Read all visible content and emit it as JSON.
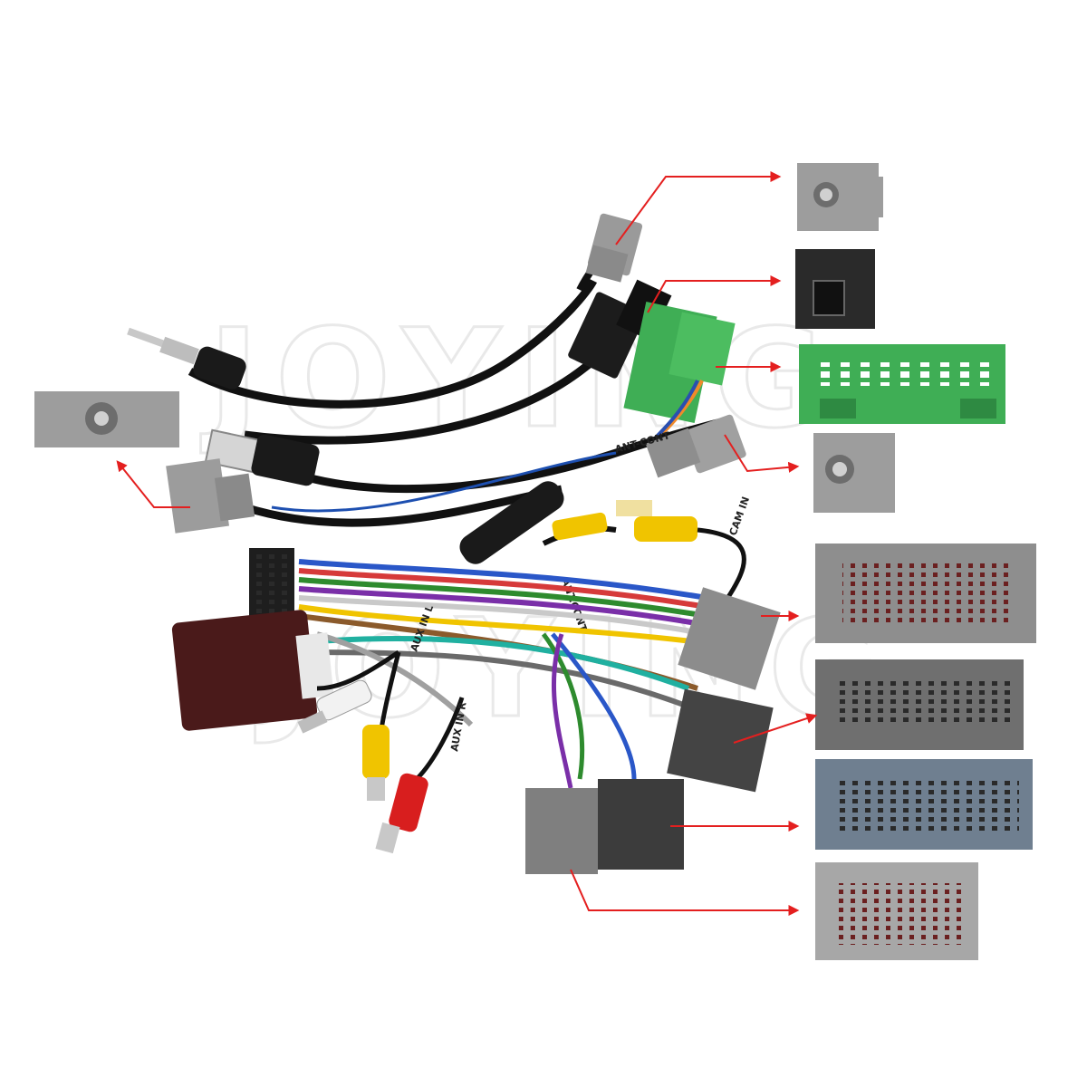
{
  "watermark": "JOYING",
  "cable_labels": {
    "ant_cont_top": "ANT-CONT",
    "ant_cont_mid": "ANT.CONT",
    "cam_in": "CAM IN",
    "aux_in_l": "AUX IN L",
    "aux_in_r": "AUX IN R"
  },
  "colors": {
    "arrow_red": "#e41f1f",
    "connector_grey": "#8a8a8a",
    "connector_dark": "#3c3c3c",
    "connector_green": "#3fae55",
    "connector_blue_grey": "#6f7f90",
    "box_maroon": "#4a1a1a",
    "rca_yellow": "#f0c400",
    "rca_red": "#d81e1e",
    "rca_white": "#f2f2f2"
  },
  "icons": [
    "antenna-plug-icon",
    "usb-plug-icon",
    "rca-plug-icon",
    "harness-connector-icon",
    "decoder-box-icon"
  ]
}
